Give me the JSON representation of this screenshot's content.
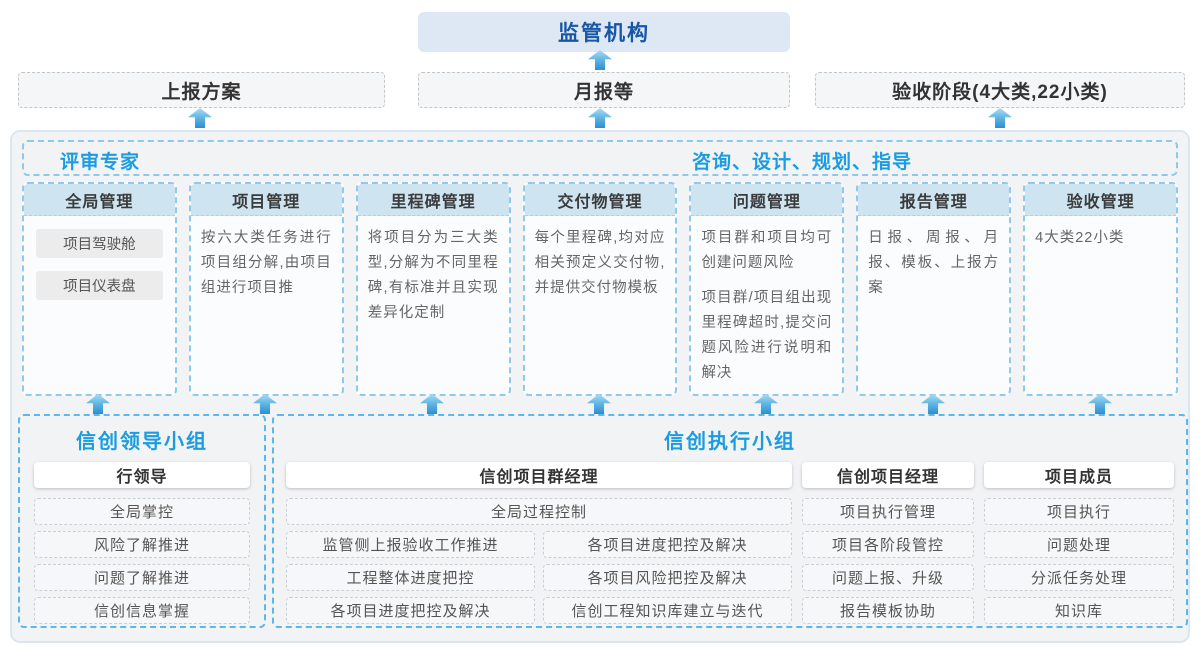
{
  "top": {
    "regulator_label": "监管机构"
  },
  "outputs": [
    {
      "label": "上报方案"
    },
    {
      "label": "月报等"
    },
    {
      "label": "验收阶段(4大类,22小类)"
    }
  ],
  "band": {
    "left_label": "评审专家",
    "right_label": "咨询、设计、规划、指导"
  },
  "columns": [
    {
      "title": "全局管理",
      "chips": [
        "项目驾驶舱",
        "项目仪表盘"
      ]
    },
    {
      "title": "项目管理",
      "body": "按六大类任务进行项目组分解,由项目组进行项目推"
    },
    {
      "title": "里程碑管理",
      "body": "将项目分为三大类型,分解为不同里程碑,有标准并且实现差异化定制"
    },
    {
      "title": "交付物管理",
      "body": "每个里程碑,均对应相关预定义交付物,并提供交付物模板"
    },
    {
      "title": "问题管理",
      "body1": "项目群和项目均可创建问题风险",
      "body2": "项目群/项目组出现里程碑超时,提交问题风险进行说明和解决"
    },
    {
      "title": "报告管理",
      "body": "日报、周报、月报、模板、上报方案"
    },
    {
      "title": "验收管理",
      "body": "4大类22小类"
    }
  ],
  "groups": {
    "leader": {
      "title": "信创领导小组",
      "role": "行领导",
      "items": [
        "全局掌控",
        "风险了解推进",
        "问题了解推进",
        "信创信息掌握"
      ]
    },
    "executor": {
      "title": "信创执行小组",
      "program_manager": {
        "role": "信创项目群经理",
        "full_item": "全局过程控制",
        "left_items": [
          "监管侧上报验收工作推进",
          "工程整体进度把控",
          "各项目进度把控及解决"
        ],
        "right_items": [
          "各项目进度把控及解决",
          "各项目风险把控及解决",
          "信创工程知识库建立与迭代"
        ]
      },
      "project_manager": {
        "role": "信创项目经理",
        "items": [
          "项目执行管理",
          "项目各阶段管控",
          "问题上报、升级",
          "报告模板协助"
        ]
      },
      "member": {
        "role": "项目成员",
        "items": [
          "项目执行",
          "问题处理",
          "分派任务处理",
          "知识库"
        ]
      }
    }
  },
  "colors": {
    "accent_blue": "#1b9ce0",
    "regulator_text": "#1757a6",
    "regulator_bg": "#dde8f4",
    "column_header_bg": "#cfe4f1",
    "dashed_blue": "#90c9ea",
    "dashed_cyan": "#5ab8ea",
    "arrow_top": "#aadbf4",
    "arrow_bottom": "#2e8ecd",
    "container_bg": "#f2f3f5"
  }
}
